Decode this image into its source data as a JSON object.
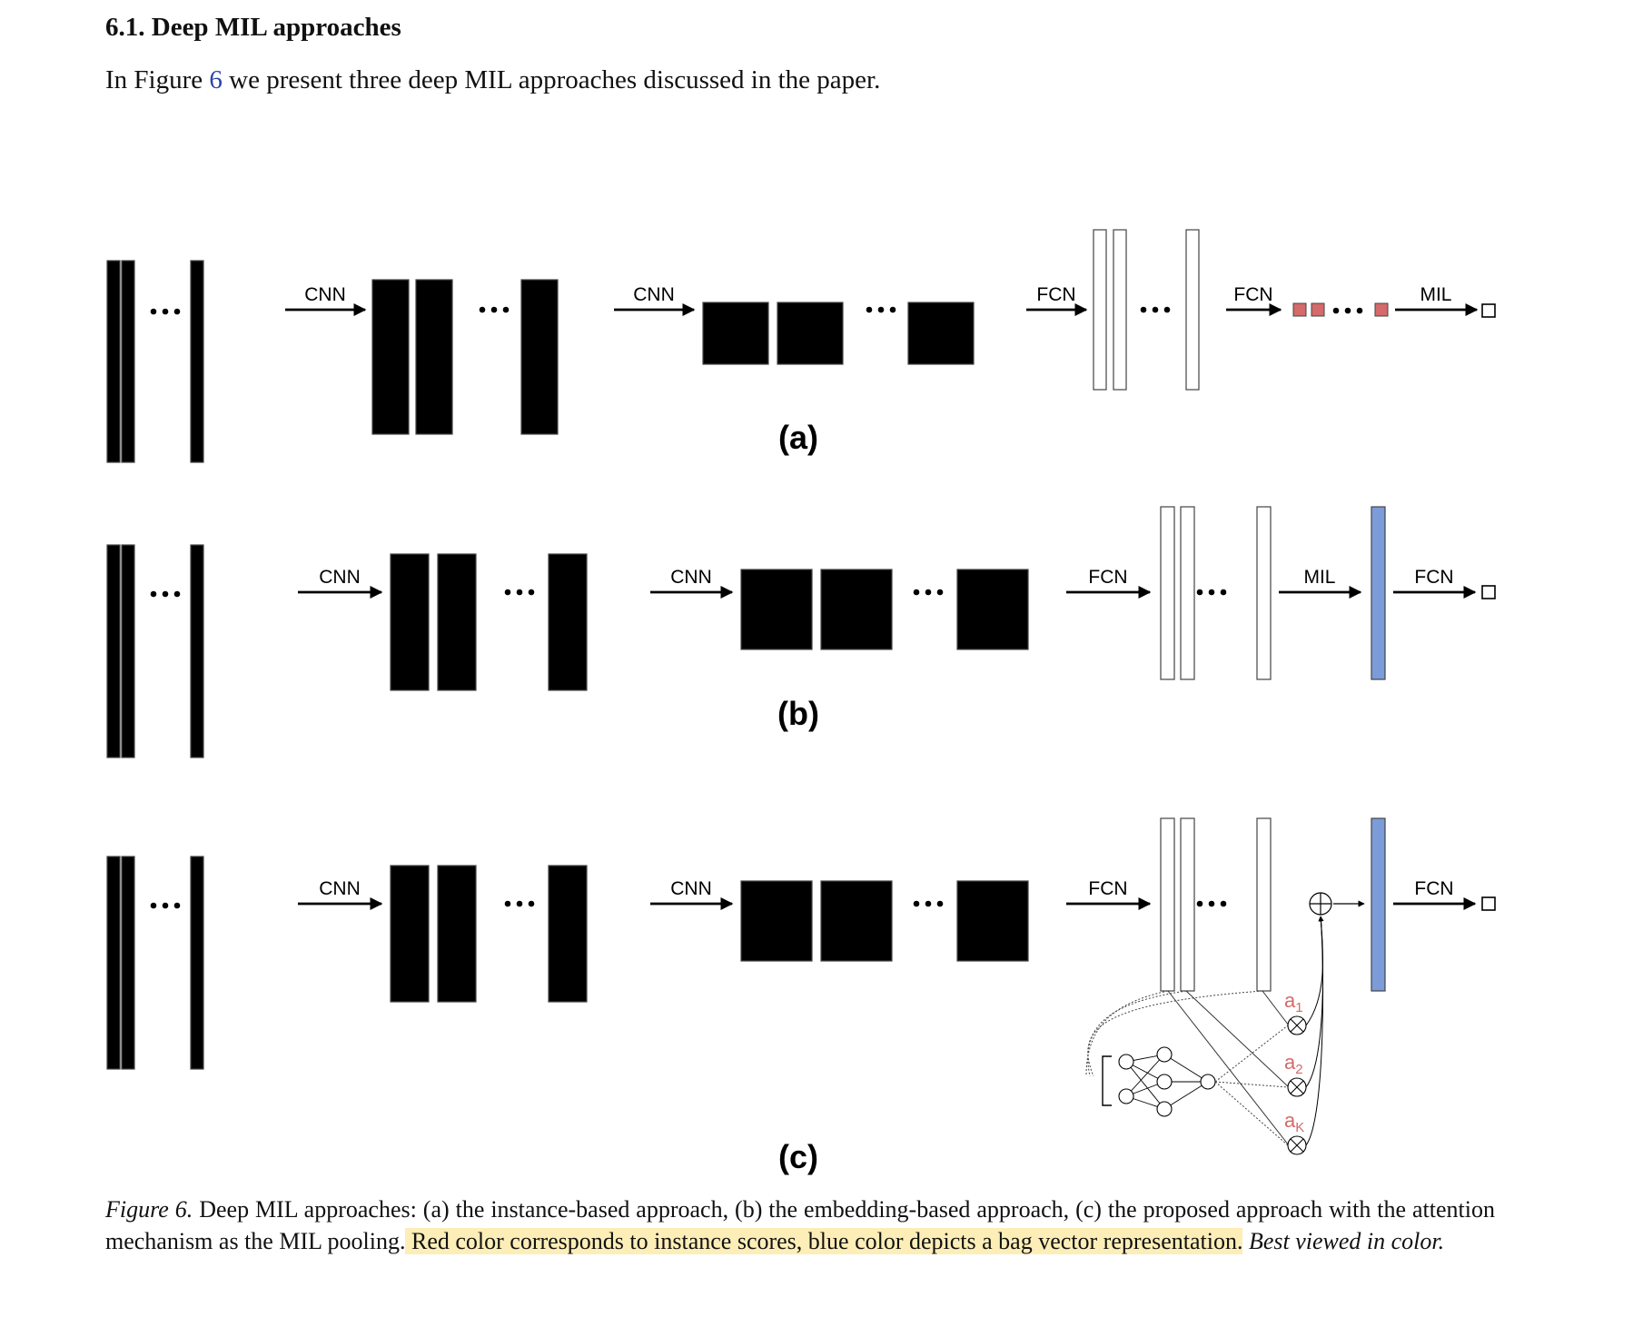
{
  "section": {
    "heading": "6.1. Deep MIL approaches",
    "intro_before": "In Figure ",
    "intro_ref": "6",
    "intro_after": " we present three deep MIL approaches discussed in the paper."
  },
  "figure": {
    "panels": [
      {
        "id": "a",
        "label": "(a)",
        "arrow_labels": [
          "CNN",
          "CNN",
          "FCN",
          "FCN",
          "MIL"
        ],
        "instance_color": "#d46a6a"
      },
      {
        "id": "b",
        "label": "(b)",
        "arrow_labels": [
          "CNN",
          "CNN",
          "FCN",
          "MIL",
          "FCN"
        ],
        "bag_color": "#7b9cd8"
      },
      {
        "id": "c",
        "label": "(c)",
        "arrow_labels": [
          "CNN",
          "CNN",
          "FCN",
          "FCN"
        ],
        "bag_color": "#7b9cd8",
        "attention_labels": [
          "a1",
          "a2",
          "aK"
        ],
        "attention_label_color": "#d46a6a"
      }
    ]
  },
  "caption": {
    "prefix": "Figure 6.",
    "text1": " Deep MIL approaches: (a) the instance-based approach, (b) the embedding-based approach, (c) the proposed approach with the attention mechanism as the MIL pooling.",
    "highlight": " Red color corresponds to instance scores, blue color depicts a bag vector representation.",
    "tail": " Best viewed in color.",
    "highlight_color": "#fdeeb7"
  }
}
